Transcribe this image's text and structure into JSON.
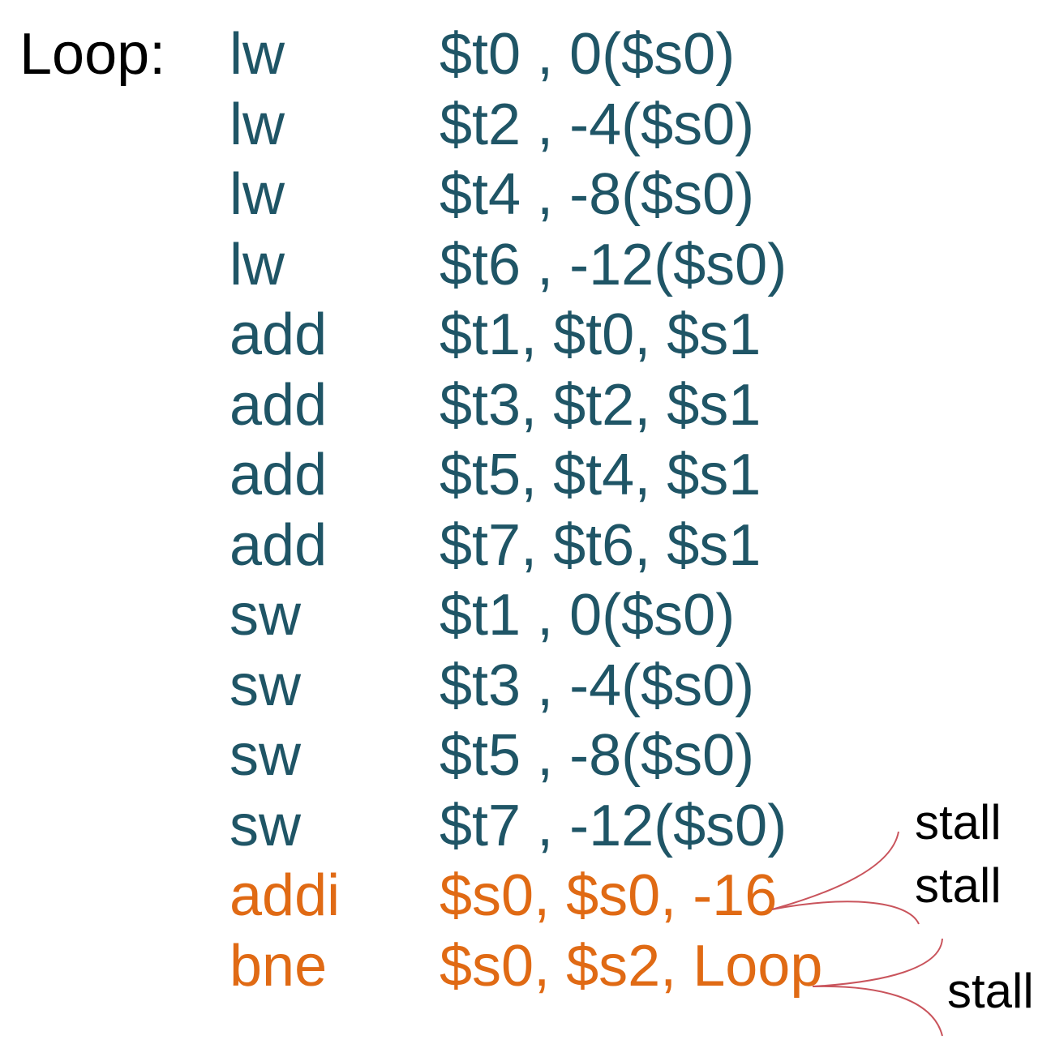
{
  "label": "Loop:",
  "colors": {
    "normal": "#1f5566",
    "highlight": "#e06a14",
    "annotation_line": "#c9545c",
    "text": "#000000"
  },
  "instructions": [
    {
      "op": "lw",
      "args": "$t0 , 0($s0)",
      "highlight": false
    },
    {
      "op": "lw",
      "args": "$t2 , -4($s0)",
      "highlight": false
    },
    {
      "op": "lw",
      "args": "$t4 , -8($s0)",
      "highlight": false
    },
    {
      "op": "lw",
      "args": "$t6 , -12($s0)",
      "highlight": false
    },
    {
      "op": "add",
      "args": "$t1, $t0, $s1",
      "highlight": false
    },
    {
      "op": "add",
      "args": "$t3, $t2, $s1",
      "highlight": false
    },
    {
      "op": "add",
      "args": "$t5, $t4, $s1",
      "highlight": false
    },
    {
      "op": "add",
      "args": "$t7, $t6, $s1",
      "highlight": false
    },
    {
      "op": "sw",
      "args": "$t1 , 0($s0)",
      "highlight": false
    },
    {
      "op": "sw",
      "args": "$t3 , -4($s0)",
      "highlight": false
    },
    {
      "op": "sw",
      "args": "$t5 , -8($s0)",
      "highlight": false
    },
    {
      "op": "sw",
      "args": "$t7 , -12($s0)",
      "highlight": false
    },
    {
      "op": "addi",
      "args": "$s0, $s0, -16",
      "highlight": true
    },
    {
      "op": "bne",
      "args": "$s0, $s2, Loop",
      "highlight": true
    }
  ],
  "annotations": {
    "stall_1": "stall",
    "stall_2": "stall",
    "stall_3": "stall"
  }
}
